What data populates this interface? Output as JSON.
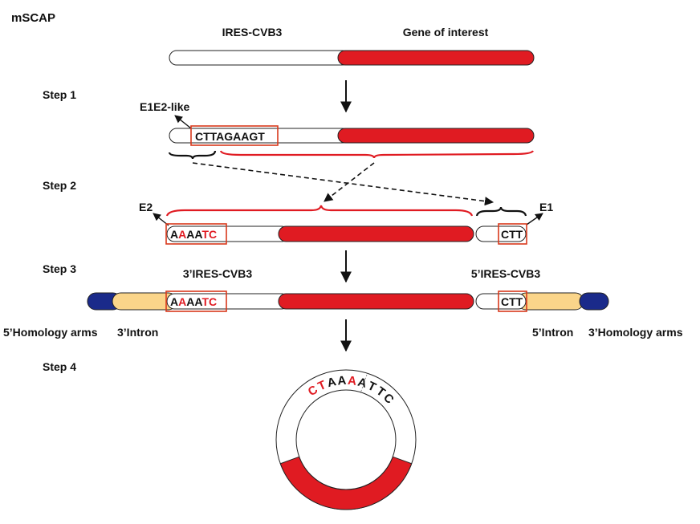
{
  "title": "mSCAP",
  "steps": [
    "Step 1",
    "Step 2",
    "Step 3",
    "Step 4"
  ],
  "labels": {
    "ires": "IRES-CVB3",
    "goi": "Gene of interest",
    "e1e2": "E1E2-like",
    "e1": "E1",
    "e2": "E2",
    "ires3": "3’IRES-CVB3",
    "ires5": "5’IRES-CVB3",
    "homology5": "5’Homology arms",
    "intron3": "3’Intron",
    "intron5": "5’Intron",
    "homology3": "3’Homology arms"
  },
  "sequences": {
    "step1": "CTTAGAAGT",
    "step2_left": [
      {
        "t": "A",
        "c": "#111111"
      },
      {
        "t": "A",
        "c": "#e01b22"
      },
      {
        "t": "AA",
        "c": "#111111"
      },
      {
        "t": "TC",
        "c": "#e01b22"
      }
    ],
    "step2_right": "CTT",
    "circle": [
      {
        "t": "C",
        "c": "#e01b22"
      },
      {
        "t": "T",
        "c": "#e01b22"
      },
      {
        "t": "A",
        "c": "#111111"
      },
      {
        "t": "A",
        "c": "#111111"
      },
      {
        "t": "A",
        "c": "#e01b22"
      },
      {
        "t": "A",
        "c": "#111111"
      },
      {
        "t": "T",
        "c": "#111111"
      },
      {
        "t": "T",
        "c": "#111111"
      },
      {
        "t": "C",
        "c": "#111111"
      }
    ]
  },
  "colors": {
    "gene": "#e01b22",
    "ires": "#ffffff",
    "intron": "#fad58a",
    "homology": "#1a2a8a",
    "highlight_box": "#d9391c",
    "outline": "#222222"
  }
}
